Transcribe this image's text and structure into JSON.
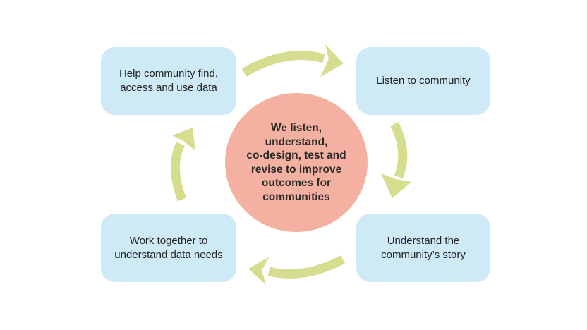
{
  "diagram": {
    "center": {
      "text": "We listen,\nunderstand,\nco-design, test and\nrevise to improve\noutcomes for\ncommunities"
    },
    "boxes": [
      {
        "id": "top-left",
        "label": "Help community find,\naccess and use data"
      },
      {
        "id": "top-right",
        "label": "Listen to community"
      },
      {
        "id": "bottom-right",
        "label": "Understand the\ncommunity’s story"
      },
      {
        "id": "bottom-left",
        "label": "Work together to\nunderstand data needs"
      }
    ],
    "arrows": [
      {
        "id": "top",
        "from": "Help community find, access and use data",
        "to": "Listen to community"
      },
      {
        "id": "right",
        "from": "Listen to community",
        "to": "Understand the community’s story"
      },
      {
        "id": "bottom",
        "from": "Understand the community’s story",
        "to": "Work together to understand data needs"
      },
      {
        "id": "left",
        "from": "Work together to understand data needs",
        "to": "Help community find, access and use data"
      }
    ],
    "colors": {
      "box_fill": "#cdeaf6",
      "circle_fill": "#f4b1a1",
      "arrow": "#d6dd8e",
      "text": "#232323"
    }
  }
}
